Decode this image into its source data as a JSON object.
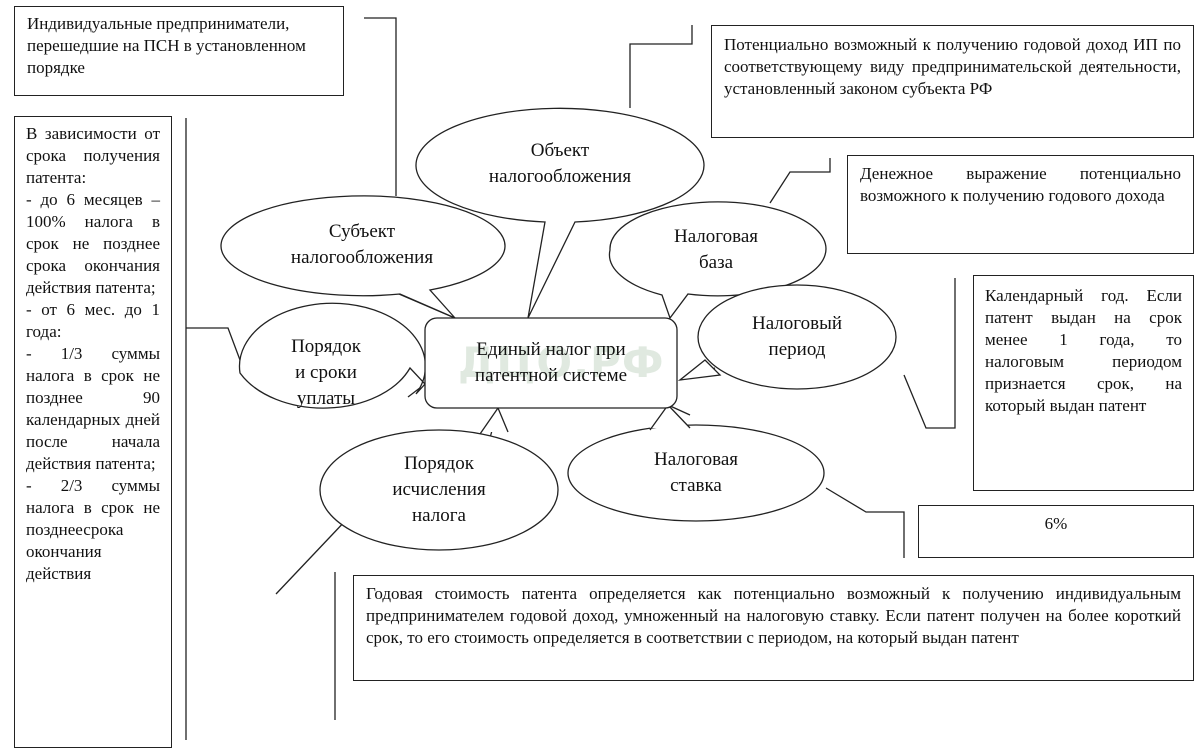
{
  "center": {
    "title": "Единый налог при\nпатентной системе"
  },
  "watermark": "ДЦО.РФ",
  "ellipses": {
    "subject": "Субъект\nналогообложения",
    "object": "Объект\nналогообложения",
    "base": "Налоговая\nбаза",
    "period": "Налоговый\nпериод",
    "rate": "Налоговая\nставка",
    "calc": "Порядок\nисчисления\nналога",
    "payment": "Порядок\nи сроки\nуплаты"
  },
  "boxes": {
    "subject": "Индивидуальные предприниматели, перешедшие на ПСН в установленном порядке",
    "object": "Потенциально возможный к получению годовой доход ИП по соответствующему виду предпринимательской деятельности, установленный законом субъекта РФ",
    "base": "Денежное выражение потенциально возможного к получению годового дохода",
    "period": "Календарный год. Если патент выдан на срок менее 1 года, то налоговым периодом признается срок, на который выдан патент",
    "rate": "6%",
    "calc": "Годовая стоимость патента определяется как потенциально возможный к получению индивидуальным предпринимателем годовой доход, умноженный на налоговую ставку. Если патент получен на более короткий срок, то его стоимость определяется в соответствии с периодом, на который выдан патент",
    "payment": "В зависимости от срока получения патента:\n- до 6 месяцев – 100% налога в срок не позднее срока окончания действия патента;\n- от 6 мес. до 1 года:\n- 1/3 суммы налога в срок не позднее 90 календарных дней после начала действия патента;\n- 2/3 суммы налога в срок не позднеесрока окончания действия"
  }
}
